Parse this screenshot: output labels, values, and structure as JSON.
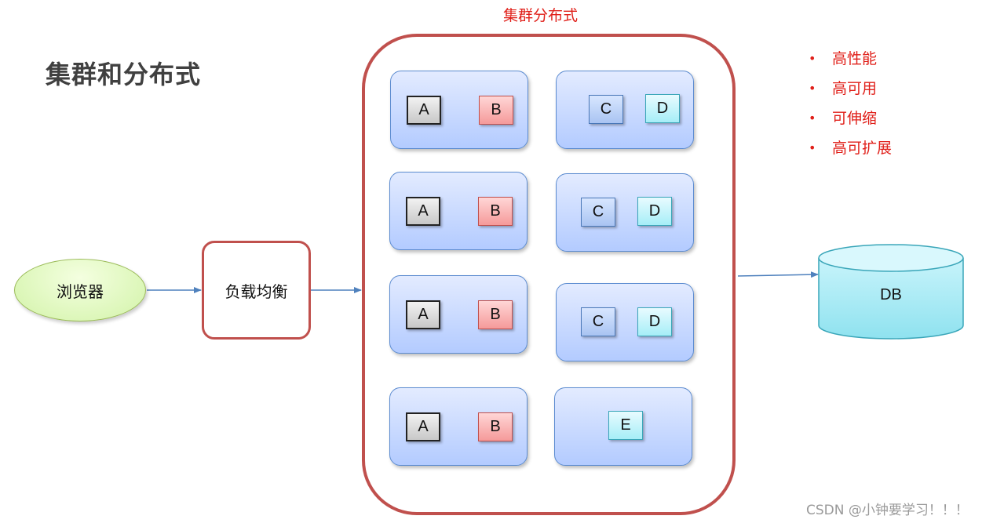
{
  "title": "集群和分布式",
  "cluster_label": "集群分布式",
  "features": [
    "高性能",
    "高可用",
    "可伸缩",
    "高可扩展"
  ],
  "nodes": {
    "browser": "浏览器",
    "load_balancer": "负载均衡",
    "database": "DB"
  },
  "servers": {
    "left": [
      [
        "A",
        "B"
      ],
      [
        "A",
        "B"
      ],
      [
        "A",
        "B"
      ],
      [
        "A",
        "B"
      ]
    ],
    "right": [
      [
        "C",
        "D"
      ],
      [
        "C",
        "D"
      ],
      [
        "C",
        "D"
      ],
      [
        "E"
      ]
    ]
  },
  "watermark": "CSDN @小钟要学习！！！",
  "colors": {
    "accent_red": "#e0201a",
    "frame_red": "#c0504d",
    "arrow_blue": "#4f81bd"
  }
}
